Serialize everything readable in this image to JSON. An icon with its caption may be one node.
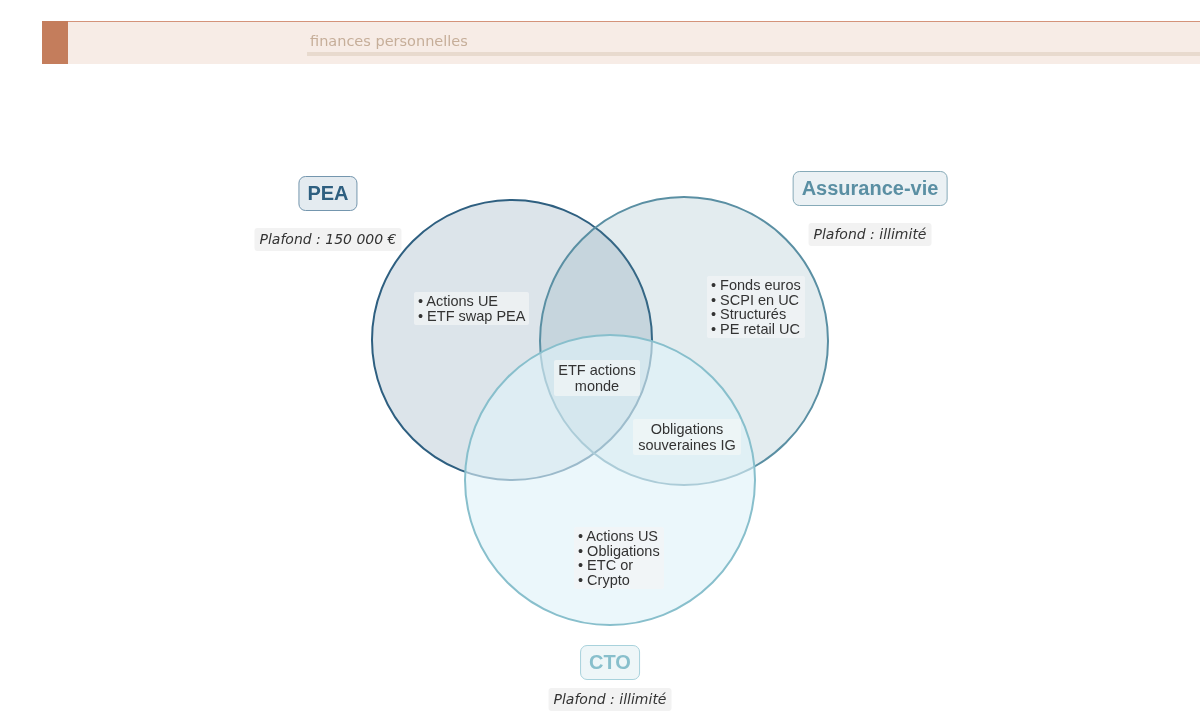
{
  "diagram": {
    "nodes": [
      {
        "text": [
          "PEA"
        ],
        "beside": [
          "Plafond : 150 000 €"
        ]
      },
      {
        "text": [
          "Assurance-vie"
        ],
        "beside": [
          "Plafond : illimité"
        ]
      },
      {
        "text": [
          "CTO"
        ],
        "beside": [
          "Plafond : illimité"
        ]
      },
      {
        "text": [
          "• Actions UE",
          "• ETF swap PEA"
        ],
        "in": 0
      },
      {
        "text": [
          "• Fonds euros",
          "• SCPI en UC",
          "• Structurés",
          "• PE retail UC"
        ],
        "in": 1
      },
      {
        "text": [
          "ETF actions monde"
        ]
      },
      {
        "text": [
          "Obligations souveraines IG"
        ]
      },
      {
        "text": [
          "• Actions US",
          "• Obligations",
          "• ETC or",
          "• Crypto"
        ],
        "in": 2
      }
    ],
    "labels": [
      "finances personnelles"
    ]
  }
}
